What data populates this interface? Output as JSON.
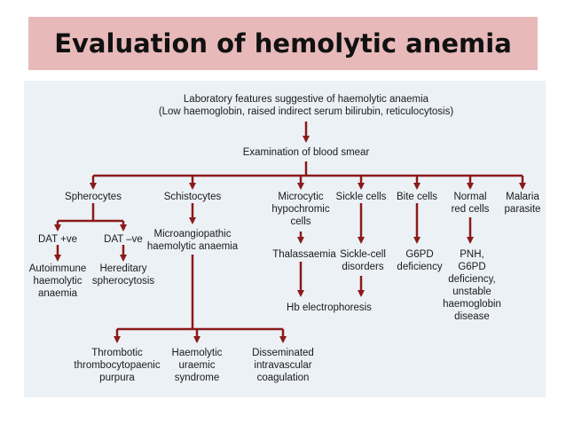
{
  "title": "Evaluation of hemolytic anemia",
  "theme": {
    "title_bg": "#e8b9b9",
    "panel_bg": "#ecf1f6",
    "arrow_color": "#8b1a1a"
  },
  "flowchart": {
    "root_line1": "Laboratory features suggestive of haemolytic anaemia",
    "root_line2": "(Low haemoglobin, raised indirect serum bilirubin, reticulocytosis)",
    "smear": "Examination of blood smear",
    "spherocytes": "Spherocytes",
    "schistocytes": "Schistocytes",
    "microcytic": [
      "Microcytic",
      "hypochromic",
      "cells"
    ],
    "sickle_cells": "Sickle cells",
    "bite_cells": "Bite cells",
    "normal_red_cells": [
      "Normal",
      "red cells"
    ],
    "malaria": [
      "Malaria",
      "parasite"
    ],
    "dat_pos": "DAT +ve",
    "dat_neg": "DAT –ve",
    "autoimmune": [
      "Autoimmune",
      "haemolytic",
      "anaemia"
    ],
    "hereditary": [
      "Hereditary",
      "spherocytosis"
    ],
    "maha": [
      "Microangiopathic",
      "haemolytic anaemia"
    ],
    "thalassaemia": "Thalassaemia",
    "sickle_disorders": [
      "Sickle-cell",
      "disorders"
    ],
    "g6pd": [
      "G6PD",
      "deficiency"
    ],
    "pnh": [
      "PNH,",
      "G6PD",
      "deficiency,",
      "unstable",
      "haemoglobin",
      "disease"
    ],
    "hb_electro": "Hb electrophoresis",
    "ttp": [
      "Thrombotic",
      "thrombocytopaenic",
      "purpura"
    ],
    "hus": [
      "Haemolytic",
      "uraemic",
      "syndrome"
    ],
    "dic": [
      "Disseminated",
      "intravascular",
      "coagulation"
    ]
  }
}
